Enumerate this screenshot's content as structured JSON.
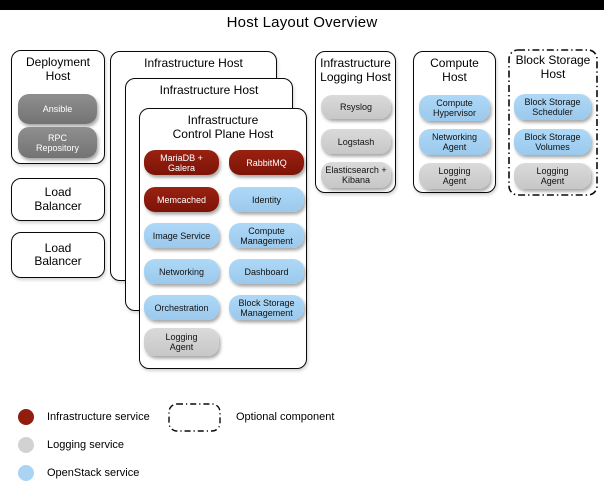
{
  "title": "Host Layout Overview",
  "deployment_host": {
    "title": "Deployment\nHost",
    "services": [
      {
        "label": "Ansible",
        "type": "deployment"
      },
      {
        "label": "RPC\nRepository",
        "type": "deployment"
      }
    ]
  },
  "load_balancers": [
    {
      "title": "Load\nBalancer"
    },
    {
      "title": "Load\nBalancer"
    }
  ],
  "infrastructure_hosts": [
    {
      "title": "Infrastructure Host"
    },
    {
      "title": "Infrastructure Host"
    }
  ],
  "control_plane_host": {
    "title": "Infrastructure\nControl Plane Host",
    "left_services": [
      {
        "label": "MariaDB +\nGalera",
        "type": "infrastructure"
      },
      {
        "label": "Memcached",
        "type": "infrastructure"
      },
      {
        "label": "Image Service",
        "type": "openstack"
      },
      {
        "label": "Networking",
        "type": "openstack"
      },
      {
        "label": "Orchestration",
        "type": "openstack"
      },
      {
        "label": "Logging\nAgent",
        "type": "logging"
      }
    ],
    "right_services": [
      {
        "label": "RabbitMQ",
        "type": "infrastructure"
      },
      {
        "label": "Identity",
        "type": "openstack"
      },
      {
        "label": "Compute\nManagement",
        "type": "openstack"
      },
      {
        "label": "Dashboard",
        "type": "openstack"
      },
      {
        "label": "Block Storage\nManagement",
        "type": "openstack"
      }
    ]
  },
  "logging_host": {
    "title": "Infrastructure\nLogging Host",
    "services": [
      {
        "label": "Rsyslog",
        "type": "logging"
      },
      {
        "label": "Logstash",
        "type": "logging"
      },
      {
        "label": "Elasticsearch +\nKibana",
        "type": "logging"
      }
    ]
  },
  "compute_host": {
    "title": "Compute\nHost",
    "services": [
      {
        "label": "Compute\nHypervisor",
        "type": "openstack"
      },
      {
        "label": "Networking\nAgent",
        "type": "openstack"
      },
      {
        "label": "Logging\nAgent",
        "type": "logging"
      }
    ]
  },
  "block_storage_host": {
    "title": "Block Storage\nHost",
    "optional": true,
    "services": [
      {
        "label": "Block Storage\nScheduler",
        "type": "openstack"
      },
      {
        "label": "Block Storage\nVolumes",
        "type": "openstack"
      },
      {
        "label": "Logging\nAgent",
        "type": "logging"
      }
    ]
  },
  "legend": {
    "items": [
      {
        "label": "Infrastructure service",
        "color": "#911d0e"
      },
      {
        "label": "Logging service",
        "color": "#d2d2d2"
      },
      {
        "label": "OpenStack service",
        "color": "#a9d4f4"
      }
    ],
    "optional_label": "Optional component"
  },
  "colors": {
    "infrastructure_service": "#911d0e",
    "logging_service": "#d2d2d2",
    "openstack_service": "#a9d4f4",
    "deployment_service": "#7f7f7f"
  }
}
